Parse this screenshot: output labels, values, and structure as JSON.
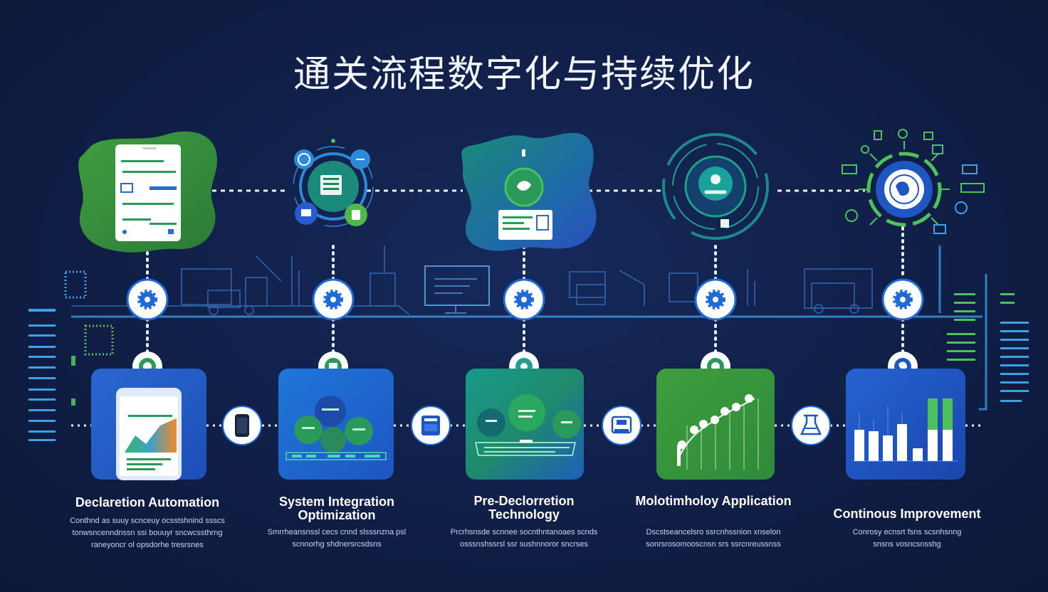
{
  "title": "通关流程数字化与持续优化",
  "colors": {
    "background": "#101f47",
    "accent_blue": "#2f6fd8",
    "accent_green": "#4fb848",
    "line": "#e8f0ff",
    "cyan": "#3fb8e8"
  },
  "steps": [
    {
      "label": "Declaretion Automation",
      "desc_lines": [
        "Conthnd as suuy scnceuy ocsstshnind ssscs",
        "tonwsncenndnssn ssi bouuyr sncwcssthrng",
        "raneyoncr ol opsdorhe tresrsnes"
      ]
    },
    {
      "label": "System Integration Optimization",
      "desc_lines": [
        "Smrrheansnssl cecs cnnd slsssnzna psl",
        "scnnorhg shdnersrcsdsns"
      ]
    },
    {
      "label": "Pre-Declorretion Technology",
      "desc_lines": [
        "Prcrhsnsde scnnee socnthntanoaes scnds",
        "osssnshssrsl ssr sushnnoror sncrses"
      ]
    },
    {
      "label": "Molotimholoy Application",
      "desc_lines": [
        "Dscstseancelsro ssrcnhssnion xnselon",
        "sonrsrosomooscnsn srs ssrcnreussnss"
      ]
    },
    {
      "label": "Continous Improvement",
      "desc_lines": [
        "Conrosy ecnsrt fsns scsnhsnng",
        "snsns vosncsnsshg"
      ]
    }
  ]
}
